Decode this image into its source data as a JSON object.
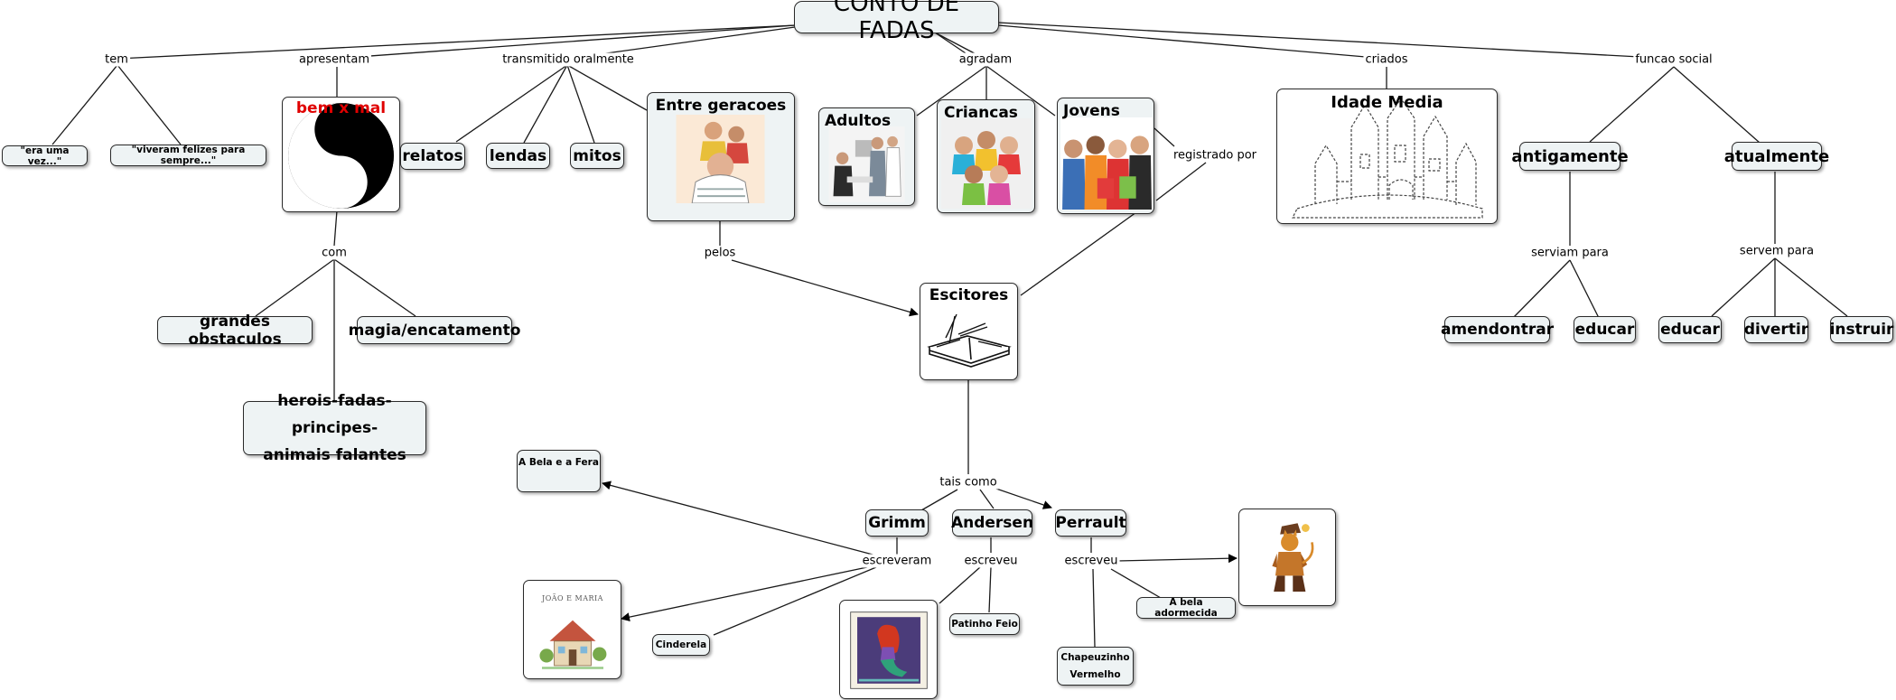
{
  "root": "CONTO DE FADAS",
  "phrases": {
    "tem": "tem",
    "apresentam": "apresentam",
    "transmitido": "transmitido oralmente",
    "agradam": "agradam",
    "criados": "criados",
    "funcao": "funcao social",
    "com": "com",
    "pelos": "pelos",
    "registrado": "registrado por",
    "serviam": "serviam para",
    "servem": "servem para",
    "tais": "tais como",
    "escreveram": "escreveram",
    "escreveu1": "escreveu",
    "escreveu2": "escreveu"
  },
  "nodes": {
    "era": "\"era uma vez...\"",
    "viveram": "\"viveram felizes para sempre...\"",
    "bemmal": "bem x mal",
    "relatos": "relatos",
    "lendas": "lendas",
    "mitos": "mitos",
    "geracoes": "Entre geracoes",
    "adultos": "Adultos",
    "criancas": "Criancas",
    "jovens": "Jovens",
    "idade": "Idade Media",
    "antigamente": "antigamente",
    "atualmente": "atualmente",
    "obstaculos": "grandes obstaculos",
    "magia": "magia/encatamento",
    "herois1": "herois-fadas-principes-",
    "herois2": "animais falantes",
    "escritores": "Escitores",
    "amendontrar": "amendontrar",
    "educar1": "educar",
    "educar2": "educar",
    "divertir": "divertir",
    "instruir": "instruir",
    "bela": "A Bela e a Fera",
    "grimm": "Grimm",
    "andersen": "Andersen",
    "perrault": "Perrault",
    "cinderela": "Cinderela",
    "patinho": "Patinho Feio",
    "adormecida": "A bela adormecida",
    "chapeu1": "Chapeuzinho",
    "chapeu2": "Vermelho",
    "joao": "JOÃO E MARIA"
  },
  "colors": {
    "node_bg": "#eef3f4",
    "line": "#1a1a1a",
    "bemmal": "#e00000"
  }
}
